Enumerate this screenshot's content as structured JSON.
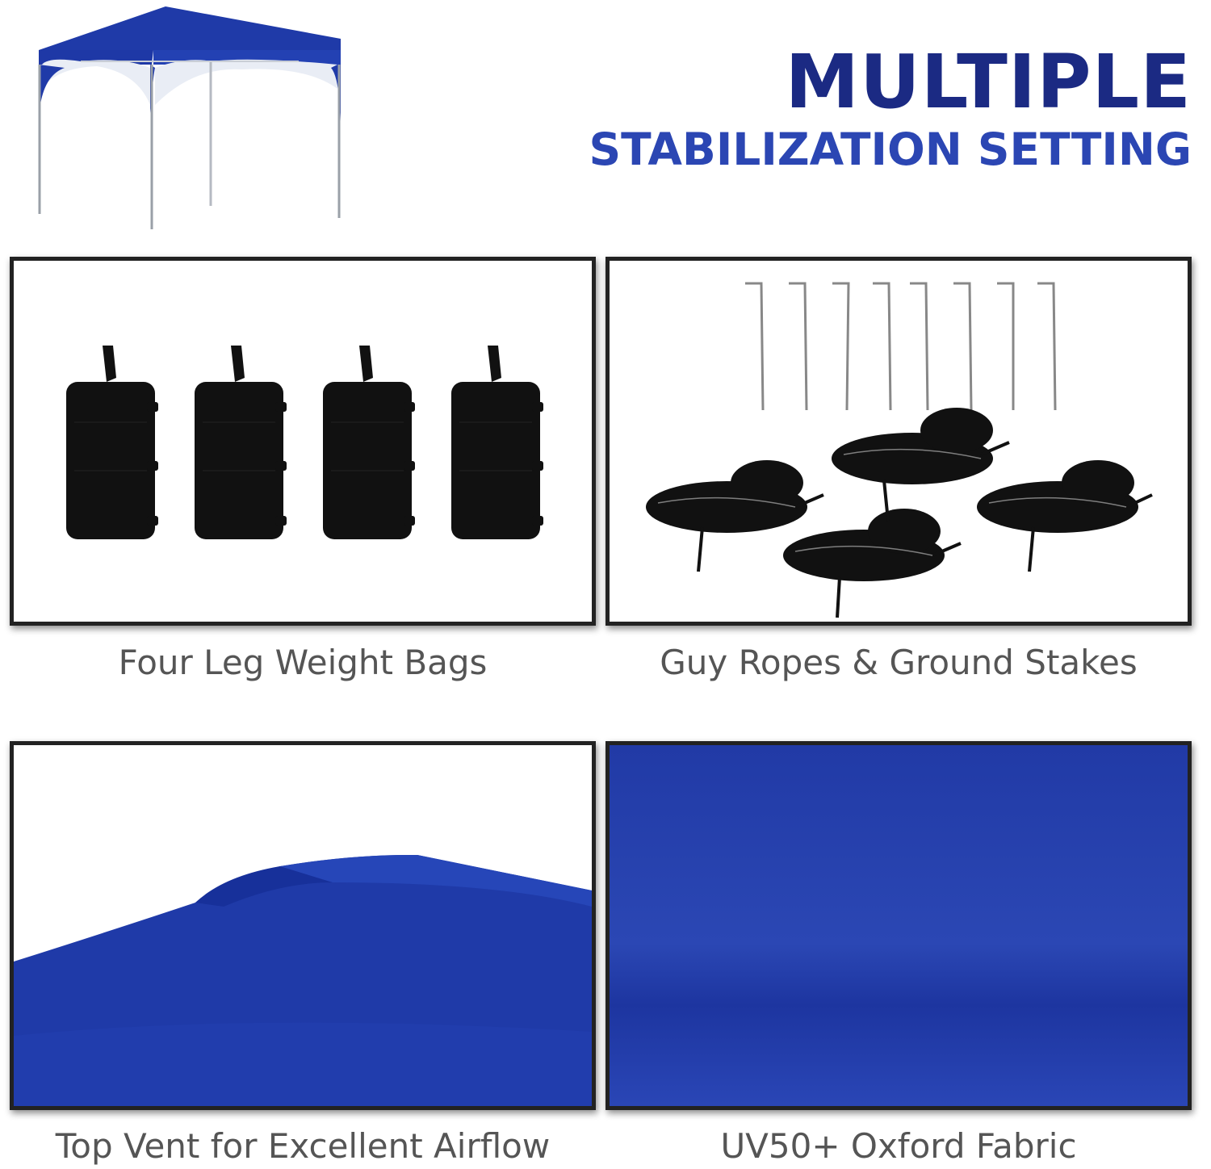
{
  "title": {
    "line1": "MULTIPLE",
    "line2": "STABILIZATION SETTING"
  },
  "colors": {
    "navy": "#1b2a83",
    "royal_blue": "#2b46b3",
    "canopy_blue": "#1f3aa8",
    "caption_gray": "#555555"
  },
  "hero": {
    "icon": "canopy-tent-icon"
  },
  "panels": [
    {
      "caption": "Four Leg Weight Bags",
      "icon": "weight-bags-icon"
    },
    {
      "caption": "Guy Ropes & Ground Stakes",
      "icon": "ropes-stakes-icon"
    },
    {
      "caption": "Top Vent for Excellent Airflow",
      "icon": "top-vent-icon"
    },
    {
      "caption": "UV50+ Oxford Fabric",
      "icon": "oxford-fabric-icon"
    }
  ]
}
